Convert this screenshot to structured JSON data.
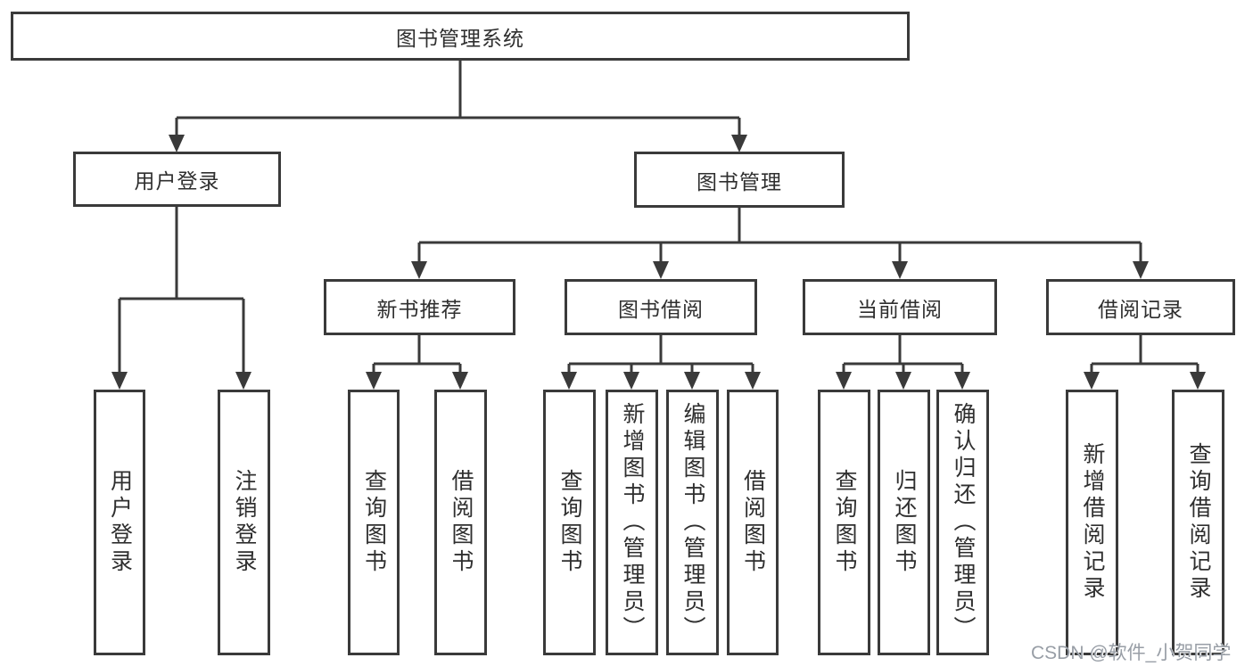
{
  "diagram": {
    "type": "tree",
    "root": {
      "label": "图书管理系统"
    },
    "branches": [
      {
        "label": "用户登录",
        "children": [
          {
            "label": "用户登录"
          },
          {
            "label": "注销登录"
          }
        ]
      },
      {
        "label": "图书管理",
        "children": [
          {
            "label": "新书推荐",
            "children": [
              {
                "label": "查询图书"
              },
              {
                "label": "借阅图书"
              }
            ]
          },
          {
            "label": "图书借阅",
            "children": [
              {
                "label": "查询图书"
              },
              {
                "label": "新增图书（管理员）"
              },
              {
                "label": "编辑图书（管理员）"
              },
              {
                "label": "借阅图书"
              }
            ]
          },
          {
            "label": "当前借阅",
            "children": [
              {
                "label": "查询图书"
              },
              {
                "label": "归还图书"
              },
              {
                "label": "确认归还（管理员）"
              }
            ]
          },
          {
            "label": "借阅记录",
            "children": [
              {
                "label": "新增借阅记录"
              },
              {
                "label": "查询借阅记录"
              }
            ]
          }
        ]
      }
    ]
  },
  "colors": {
    "line": "#3a3a3a",
    "text": "#2f2f2f",
    "background": "#ffffff",
    "watermark_text": "#989ea6"
  },
  "watermark": "CSDN @软件_小贺同学"
}
